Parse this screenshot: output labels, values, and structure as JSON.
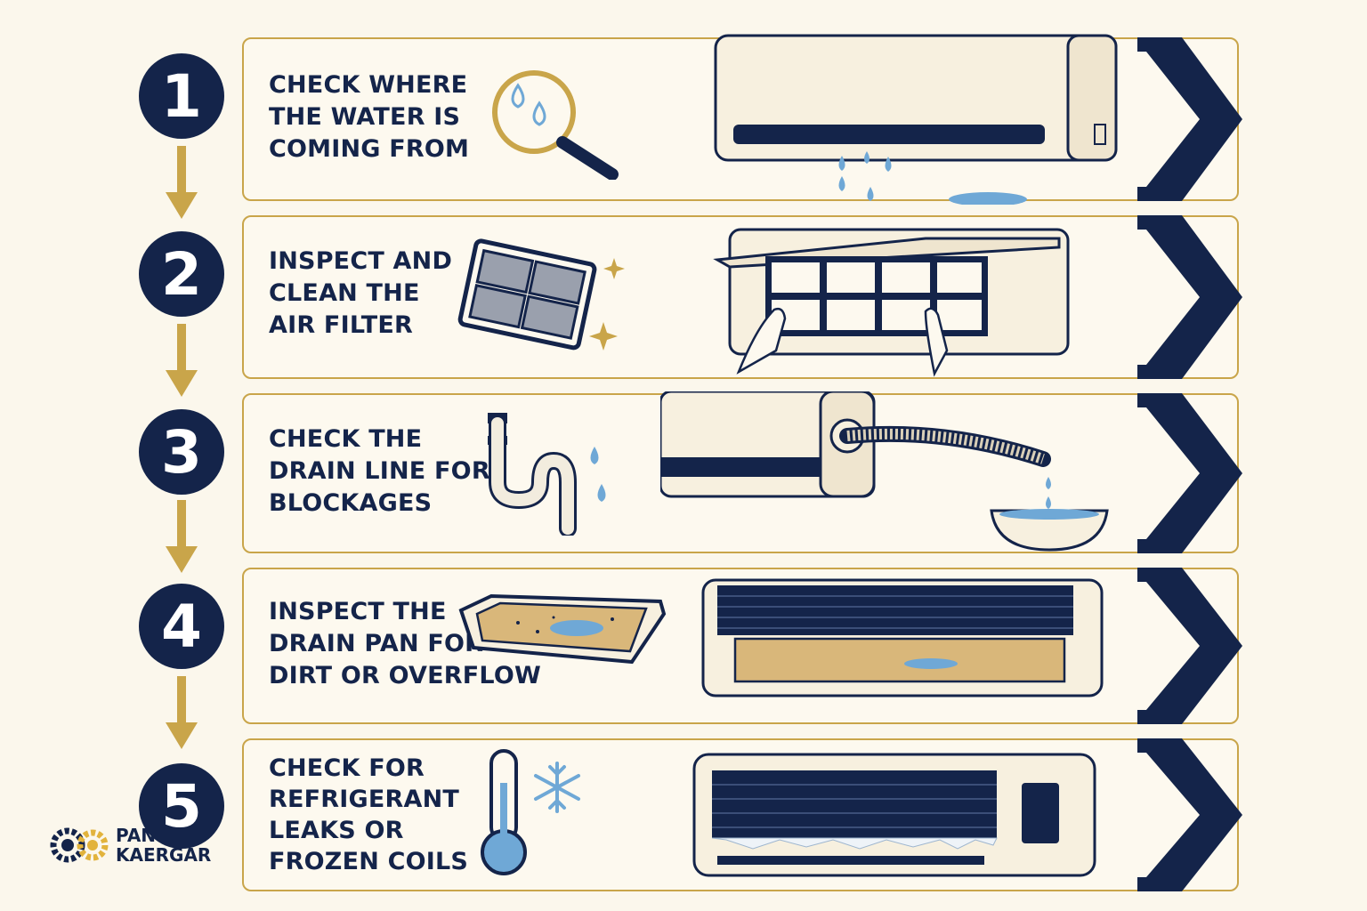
{
  "steps": [
    {
      "number": "1",
      "label": "CHECK WHERE\nTHE WATER IS\nCOMING FROM",
      "icon": "magnifier-water-drops-icon"
    },
    {
      "number": "2",
      "label": "INSPECT AND\nCLEAN THE\nAIR FILTER",
      "icon": "air-filter-icon"
    },
    {
      "number": "3",
      "label": "CHECK THE\nDRAIN LINE FOR\nBLOCKAGES",
      "icon": "drain-pipe-icon"
    },
    {
      "number": "4",
      "label": "INSPECT THE\nDRAIN PAN FOR\nDIRT OR OVERFLOW",
      "icon": "drain-pan-icon"
    },
    {
      "number": "5",
      "label": "CHECK FOR\nREFRIGERANT\nLEAKS OR\nFROZEN COILS",
      "icon": "thermometer-snowflake-icon"
    }
  ],
  "brand": {
    "line1": "PAN",
    "line2": "KAERGAR"
  },
  "colors": {
    "navy": "#14244a",
    "gold": "#c9a54a",
    "background": "#fbf7ec",
    "water": "#6fa8d6",
    "unit": "#f4ecd9"
  }
}
